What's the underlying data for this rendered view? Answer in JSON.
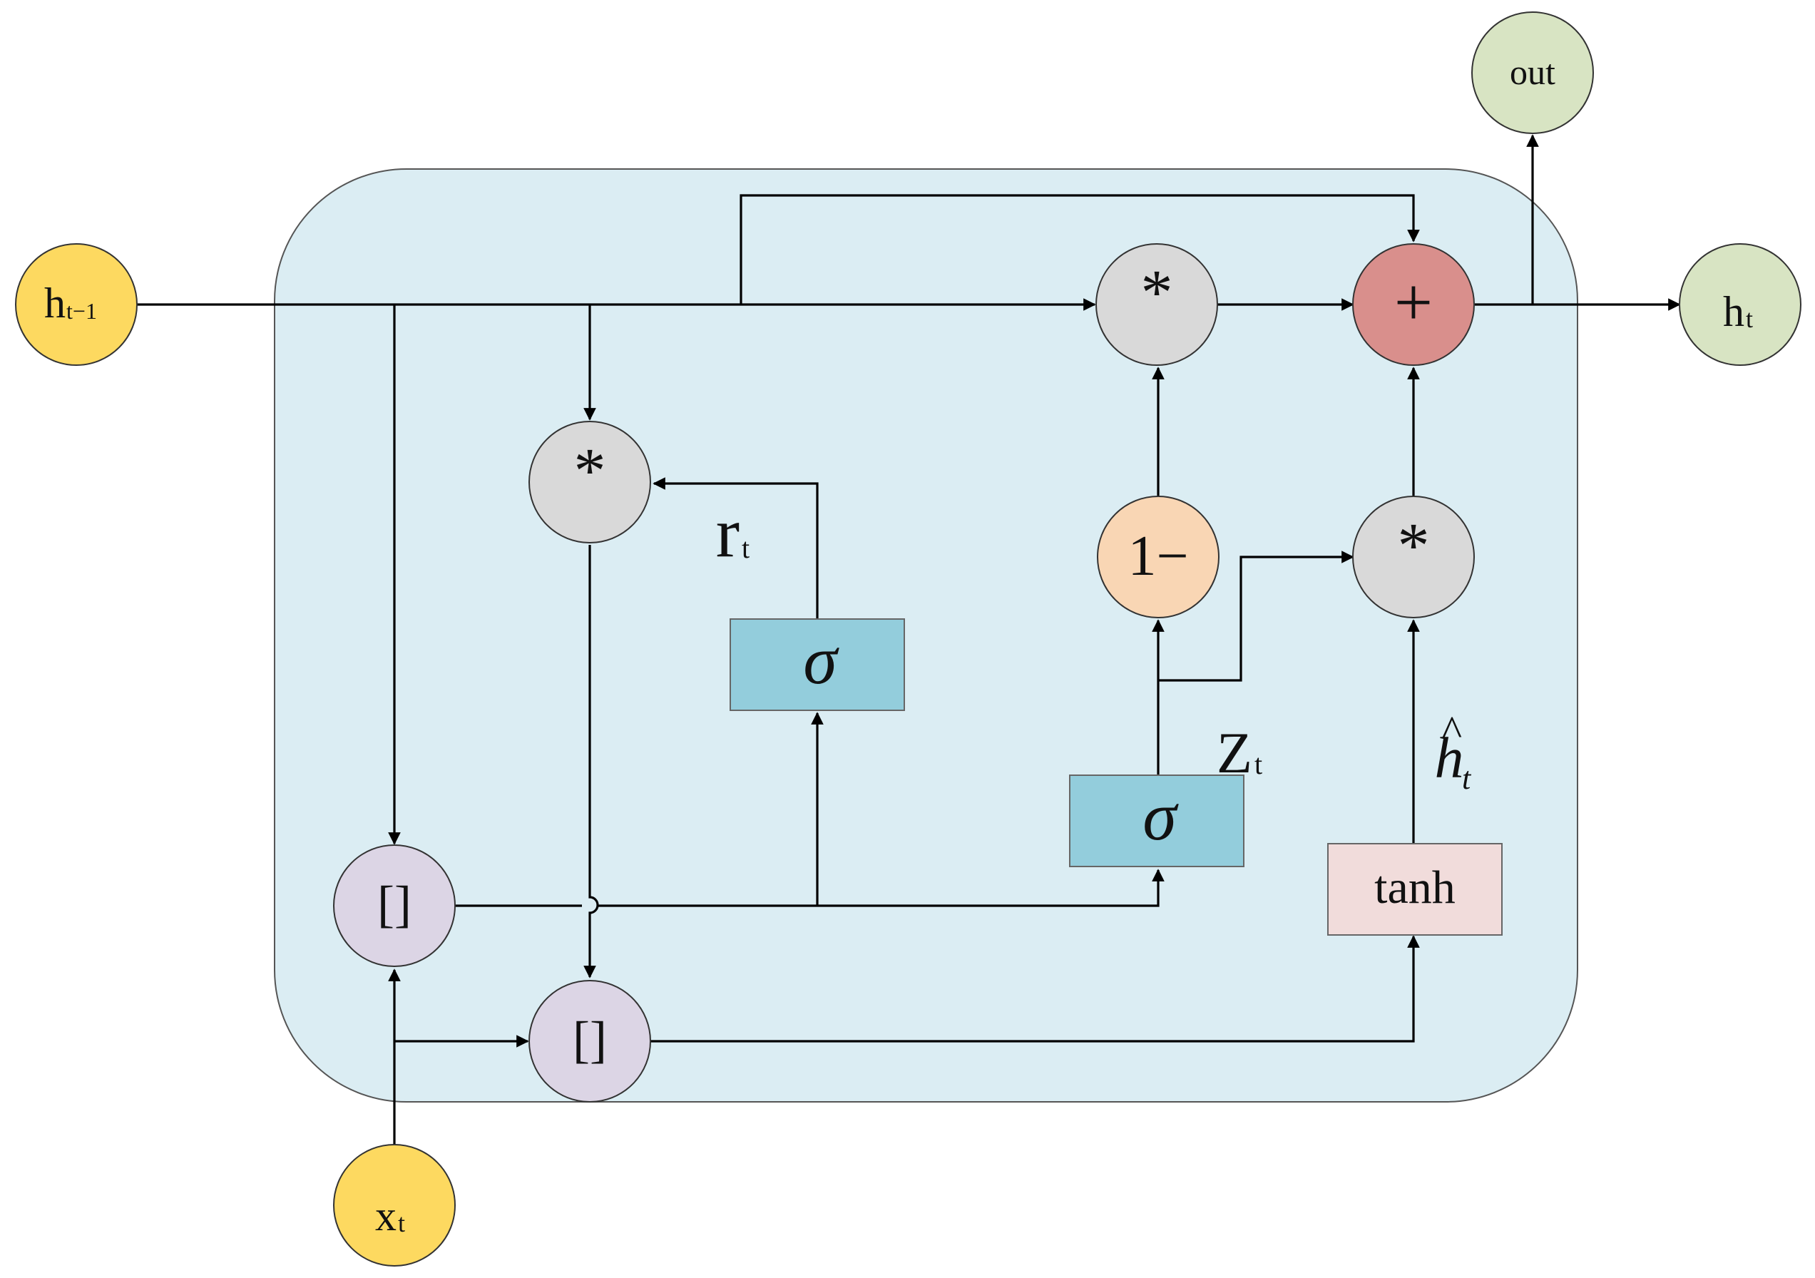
{
  "inputs": {
    "h_prev": {
      "base": "h",
      "sub": "t−1"
    },
    "x": {
      "base": "x",
      "sub": "t"
    }
  },
  "outputs": {
    "h": {
      "base": "h",
      "sub": "t"
    },
    "out": "out"
  },
  "ops": {
    "multiply": "*",
    "add": "+",
    "one_minus": "1−",
    "concat": "[]",
    "sigma": "σ",
    "tanh": "tanh"
  },
  "labels": {
    "r_gate": {
      "base": "r",
      "sub": "t"
    },
    "z_gate": {
      "base": "Z",
      "sub": "t"
    },
    "candidate": {
      "base": "h",
      "hat": "^",
      "sub": "t"
    }
  },
  "colors": {
    "cell_bg": "#dbedf3",
    "input_node": "#fdd960",
    "output_node": "#d8e4c3",
    "op_node": "#d9d9d9",
    "add_node": "#d98f8c",
    "one_minus_node": "#f9d6b4",
    "concat_node": "#dcd5e5",
    "sigma_box": "#93cddc",
    "tanh_box": "#f1dcdb"
  }
}
